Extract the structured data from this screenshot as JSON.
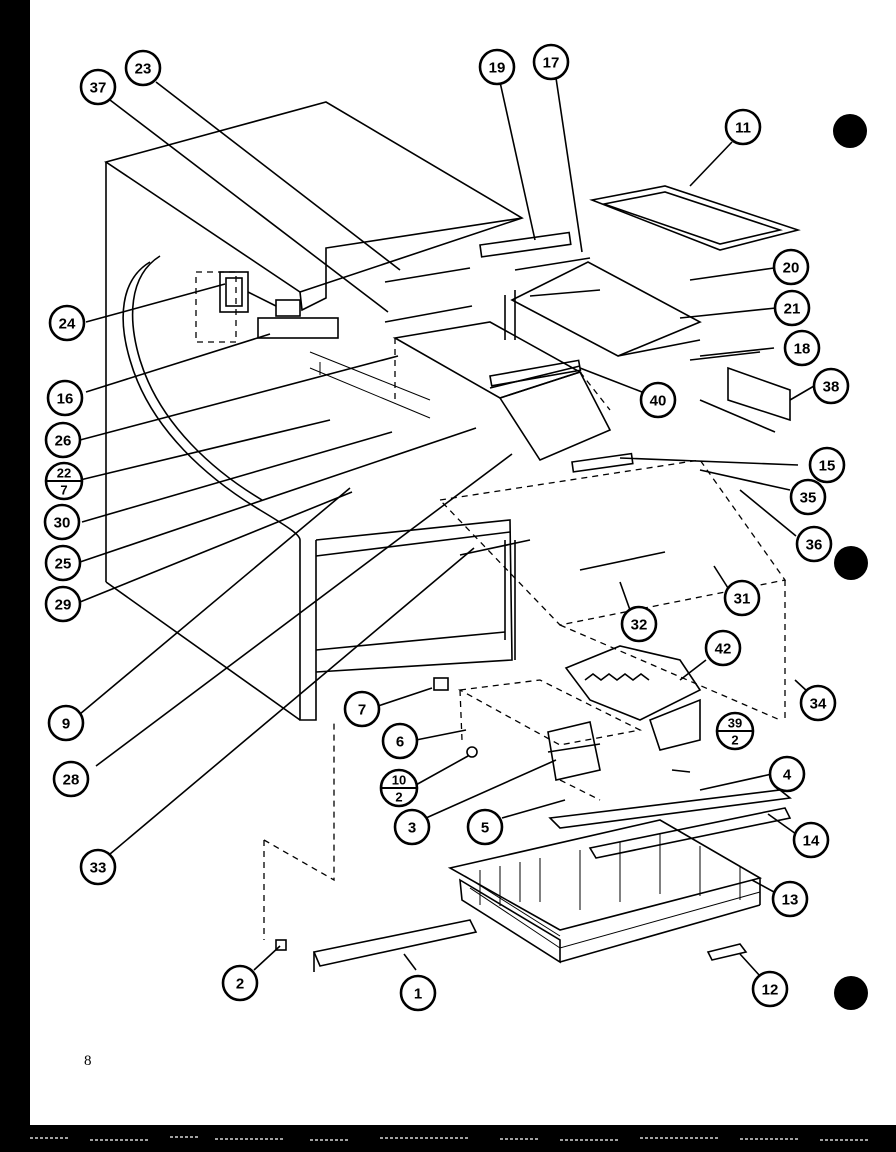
{
  "page": {
    "page_number": "8"
  },
  "colors": {
    "paper": "#ffffff",
    "ink": "#000000"
  },
  "callouts": [
    {
      "label": "23"
    },
    {
      "label": "37"
    },
    {
      "label": "19"
    },
    {
      "label": "17"
    },
    {
      "label": "11"
    },
    {
      "label": "20"
    },
    {
      "label": "21"
    },
    {
      "label": "18"
    },
    {
      "label": "38"
    },
    {
      "label": "24"
    },
    {
      "label": "16"
    },
    {
      "label": "26"
    },
    {
      "label": "40"
    },
    {
      "label": "15"
    },
    {
      "label": "35"
    },
    {
      "label": "36"
    },
    {
      "label": "30"
    },
    {
      "label": "25"
    },
    {
      "label": "29"
    },
    {
      "label": "31"
    },
    {
      "label": "32"
    },
    {
      "label": "42"
    },
    {
      "label": "34"
    },
    {
      "label": "9"
    },
    {
      "label": "7"
    },
    {
      "label": "6"
    },
    {
      "label": "4"
    },
    {
      "label": "28"
    },
    {
      "label": "3"
    },
    {
      "label": "5"
    },
    {
      "label": "14"
    },
    {
      "label": "13"
    },
    {
      "label": "33"
    },
    {
      "label": "2"
    },
    {
      "label": "1"
    },
    {
      "label": "12"
    }
  ],
  "fraction_callouts": [
    {
      "top": "22",
      "bottom": "7"
    },
    {
      "top": "39",
      "bottom": "2"
    },
    {
      "top": "10",
      "bottom": "2"
    }
  ]
}
